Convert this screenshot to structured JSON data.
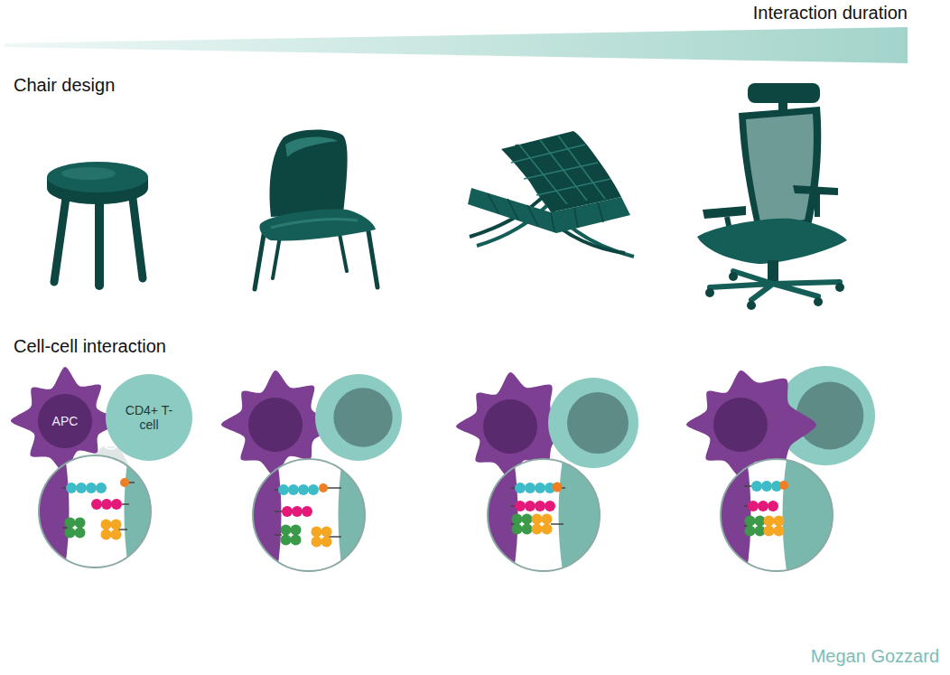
{
  "diagram": {
    "nodes": [
      {
        "text": [
          "APC"
        ]
      },
      {
        "text": [
          "CD4+ T-cell"
        ]
      }
    ],
    "labels": [
      "Interaction duration",
      "Chair design",
      "Cell-cell interaction",
      "Megan Gozzard"
    ]
  }
}
